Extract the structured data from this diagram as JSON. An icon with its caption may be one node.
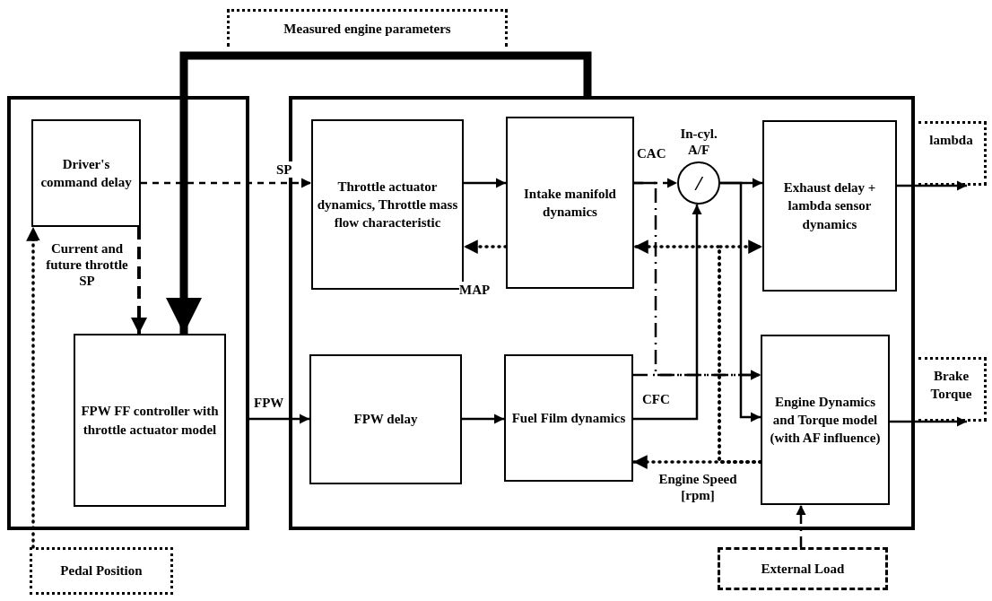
{
  "diagram": {
    "nodes": [
      {
        "text": [],
        "shape": "box"
      },
      {
        "text": [
          "Driver's command delay"
        ],
        "in": 0
      },
      {
        "text": [
          "FPW FF controller with throttle actuator model"
        ],
        "in": 0
      },
      {
        "text": [],
        "shape": "box"
      },
      {
        "text": [
          "Throttle actuator dynamics, Throttle mass flow characteristic"
        ],
        "in": 3
      },
      {
        "text": [
          "Intake manifold dynamics"
        ],
        "in": 3
      },
      {
        "text": [
          "/"
        ],
        "beside": [
          "In-cyl. A/F"
        ],
        "in": 3
      },
      {
        "text": [
          "Exhaust delay + lambda sensor dynamics"
        ],
        "in": 3
      },
      {
        "text": [
          "FPW delay"
        ],
        "in": 3
      },
      {
        "text": [
          "Fuel Film dynamics"
        ],
        "in": 3
      },
      {
        "text": [
          "Engine Dynamics and Torque model (with AF influence)"
        ],
        "in": 3
      },
      {
        "text": [
          "Measured engine parameters"
        ]
      },
      {
        "text": [
          "lambda"
        ]
      },
      {
        "text": [
          "Brake Torque"
        ]
      },
      {
        "text": [
          "Pedal Position"
        ]
      },
      {
        "text": [
          "External Load"
        ]
      }
    ],
    "edges": [
      {
        "from": 1,
        "to": 4,
        "arrow": "to",
        "label": "SP",
        "style": "dashed"
      },
      {
        "from": 1,
        "to": 2,
        "arrow": "to",
        "label": "Current and future throttle SP",
        "style": "dashed"
      },
      {
        "from": 3,
        "to": 2,
        "arrow": "to",
        "style": "thick"
      },
      {
        "from": 4,
        "to": 5,
        "arrow": "to"
      },
      {
        "from": 5,
        "to": 6,
        "arrow": "to",
        "label": "CAC",
        "style": "dashed"
      },
      {
        "from": 5,
        "to": 10,
        "arrow": "to",
        "style": "dashed"
      },
      {
        "from": 6,
        "to": 7,
        "arrow": "to"
      },
      {
        "from": 6,
        "to": 10,
        "arrow": "to"
      },
      {
        "from": 9,
        "to": 6,
        "arrow": "to",
        "label": "CFC"
      },
      {
        "from": 8,
        "to": 9,
        "arrow": "to"
      },
      {
        "from": 0,
        "to": 8,
        "arrow": "to",
        "label": "FPW"
      },
      {
        "from": 10,
        "to": 9,
        "arrow": "to",
        "label": "Engine Speed [rpm]",
        "style": "dashed"
      },
      {
        "from": 10,
        "to": 5,
        "arrow": "to",
        "style": "dashed"
      },
      {
        "from": 10,
        "to": 7,
        "arrow": "to",
        "style": "dashed"
      },
      {
        "from": 5,
        "to": 4,
        "arrow": "to",
        "label": "MAP",
        "style": "dashed"
      },
      {
        "from": 7,
        "to": 12,
        "arrow": "to"
      },
      {
        "from": 10,
        "to": 13,
        "arrow": "to"
      },
      {
        "from": 14,
        "to": 1,
        "arrow": "to",
        "style": "dashed"
      },
      {
        "from": 15,
        "to": 10,
        "arrow": "to",
        "style": "dashed"
      },
      {
        "from": 9,
        "to": 10,
        "arrow": "to",
        "style": "dashed"
      }
    ]
  }
}
